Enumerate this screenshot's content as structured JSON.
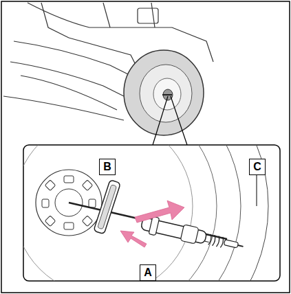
{
  "diagram": {
    "nodes": [
      {
        "text": [
          "B"
        ]
      },
      {
        "text": [
          "C"
        ]
      },
      {
        "text": [
          "A"
        ]
      }
    ]
  }
}
